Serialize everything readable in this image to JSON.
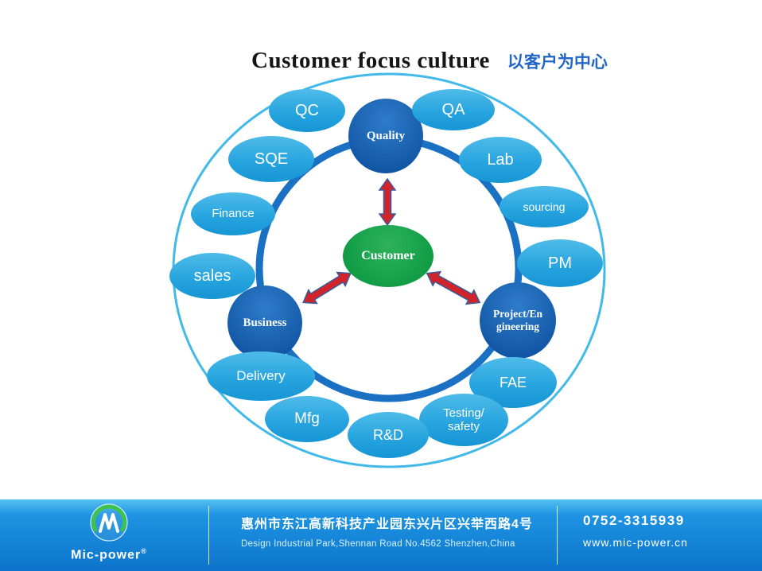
{
  "slide": {
    "title": "Customer focus culture",
    "subtitle_cn": "以客户为中心"
  },
  "diagram": {
    "center": {
      "label": "Customer"
    },
    "nodes": [
      {
        "label": "Quality"
      },
      {
        "label": "Business"
      },
      {
        "label": "Project/En\ngineering"
      }
    ],
    "satellites": [
      {
        "label": "QC"
      },
      {
        "label": "QA"
      },
      {
        "label": "SQE"
      },
      {
        "label": "Lab"
      },
      {
        "label": "Finance"
      },
      {
        "label": "sourcing"
      },
      {
        "label": "sales"
      },
      {
        "label": "PM"
      },
      {
        "label": "Delivery"
      },
      {
        "label": "FAE"
      },
      {
        "label": "Mfg"
      },
      {
        "label": "Testing/\nsafety"
      },
      {
        "label": "R&D"
      }
    ],
    "colors": {
      "satellite_blue": "#2ea9e2",
      "node_dark_blue": "#1156a5",
      "center_green": "#159b45",
      "ring_blue": "#1a70c2",
      "outer_circle_blue": "#41b9e9",
      "arrow_red": "#d1232a",
      "subtitle_blue": "#2166c8",
      "footer_blue": "#0c74ca"
    }
  },
  "footer": {
    "logo_text": "Mic-power",
    "logo_reg": "®",
    "address_cn": "惠州市东江高新科技产业园东兴片区兴举西路4号",
    "address_en": "Design Industrial Park,Shennan Road No.4562 Shenzhen,China",
    "phone": "0752-3315939",
    "website": "www.mic-power.cn"
  }
}
